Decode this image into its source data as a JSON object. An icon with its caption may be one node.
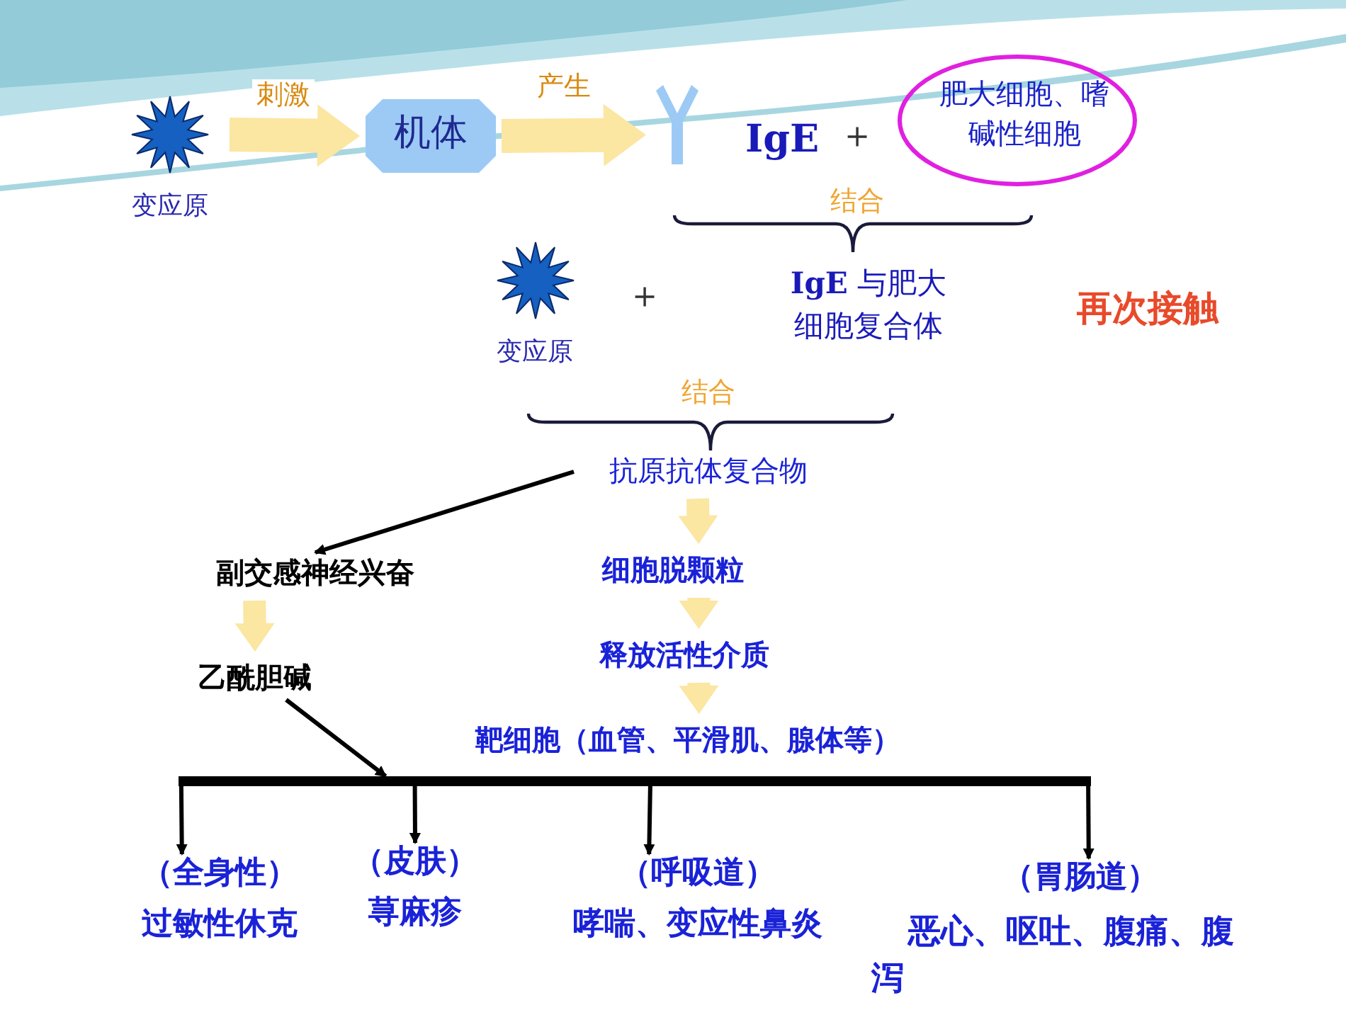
{
  "diagram": {
    "nodes": [
      {
        "text": [
          "变应原"
        ]
      },
      {
        "text": [
          "机体"
        ]
      },
      {
        "text": [
          "IgE"
        ]
      },
      {
        "text": [
          "肥大细胞、嗜碱性细胞"
        ]
      },
      {
        "text": [
          "变应原"
        ]
      },
      {
        "text": [
          "**IgE** 与肥大细胞复合体"
        ]
      },
      {
        "text": [
          "抗原抗体复合物"
        ]
      },
      {
        "text": [
          "副交感神经兴奋"
        ]
      },
      {
        "text": [
          "乙酰胆碱"
        ]
      },
      {
        "text": [
          "细胞脱颗粒"
        ]
      },
      {
        "text": [
          "释放活性介质"
        ]
      },
      {
        "text": [
          "靶细胞（血管、平滑肌、腺体等）"
        ]
      },
      {
        "text": [],
        "shape": "bar"
      },
      {
        "text": [
          "（全身性）",
          "过敏性休克"
        ]
      },
      {
        "text": [
          "（皮肤）",
          "荨麻疹"
        ]
      },
      {
        "text": [
          "（呼吸道）",
          "哮喘、变应性鼻炎"
        ]
      },
      {
        "text": [
          "（胃肠道）",
          "恶心、呕吐、腹痛、腹泻"
        ]
      }
    ],
    "edges": [
      {
        "from": 0,
        "to": 1,
        "arrow": "to",
        "label": "刺激",
        "style": "thick",
        "color": "#fbe6a2"
      },
      {
        "from": 1,
        "to": 2,
        "arrow": "to",
        "label": "产生",
        "style": "thick",
        "color": "#fbe6a2"
      },
      {
        "from": 6,
        "to": 7,
        "arrow": "to"
      },
      {
        "from": 6,
        "to": 9,
        "arrow": "to",
        "style": "thick",
        "color": "#fbe6a2"
      },
      {
        "from": 9,
        "to": 10,
        "arrow": "to",
        "style": "thick",
        "color": "#fbe6a2"
      },
      {
        "from": 10,
        "to": 11,
        "arrow": "to",
        "style": "thick",
        "color": "#fbe6a2"
      },
      {
        "from": 7,
        "to": 8,
        "arrow": "to",
        "style": "thick",
        "color": "#fbe6a2"
      },
      {
        "from": 8,
        "to": 12,
        "arrow": "to"
      },
      {
        "from": 12,
        "to": 13,
        "arrow": "to"
      },
      {
        "from": 12,
        "to": 14,
        "arrow": "to"
      },
      {
        "from": 12,
        "to": 15,
        "arrow": "to"
      },
      {
        "from": 12,
        "to": 16,
        "arrow": "to"
      }
    ],
    "labels": [
      "＋",
      "结合",
      "＋",
      "再次接触",
      "结合"
    ]
  }
}
